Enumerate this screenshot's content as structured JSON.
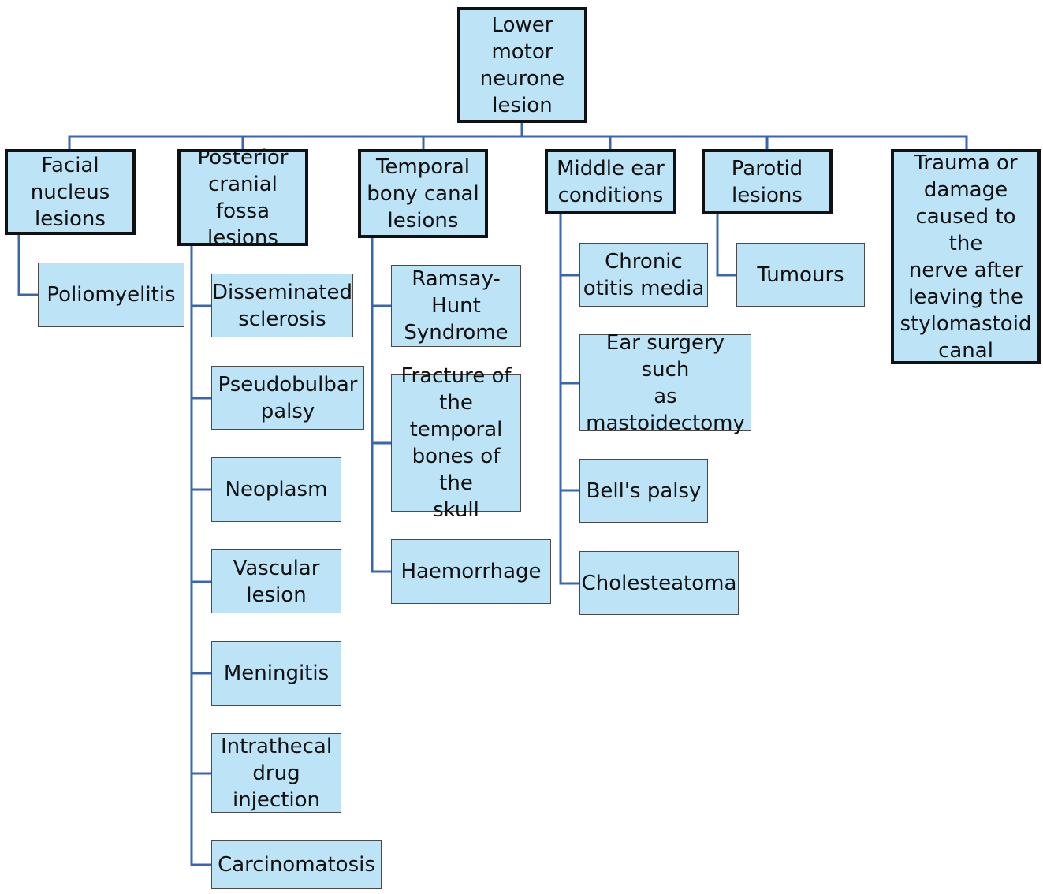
{
  "colors": {
    "box_fill": "#bde3f7",
    "connector": "#3a66b0",
    "heavy_border": "#111111",
    "light_border": "#4a4a4a"
  },
  "root": {
    "label": "Lower\nmotor\nneurone\nlesion"
  },
  "categories": [
    {
      "label": "Facial\nnucleus\nlesions",
      "items": [
        "Poliomyelitis"
      ]
    },
    {
      "label": "Posterior\ncranial fossa\nlesions",
      "items": [
        "Disseminated\nsclerosis",
        "Pseudobulbar\npalsy",
        "Neoplasm",
        "Vascular\nlesion",
        "Meningitis",
        "Intrathecal\ndrug\ninjection",
        "Carcinomatosis"
      ]
    },
    {
      "label": "Temporal\nbony canal\nlesions",
      "items": [
        "Ramsay-\nHunt\nSyndrome",
        "Fracture of\nthe\ntemporal\nbones of the\nskull",
        "Haemorrhage"
      ]
    },
    {
      "label": "Middle ear\nconditions",
      "items": [
        "Chronic\notitis media",
        "Ear surgery such\nas\nmastoidectomy",
        "Bell's palsy",
        "Cholesteatoma"
      ]
    },
    {
      "label": "Parotid\nlesions",
      "items": [
        "Tumours"
      ]
    },
    {
      "label": "Trauma or\ndamage\ncaused to the\nnerve after\nleaving the\nstylomastoid\ncanal",
      "items": []
    }
  ]
}
